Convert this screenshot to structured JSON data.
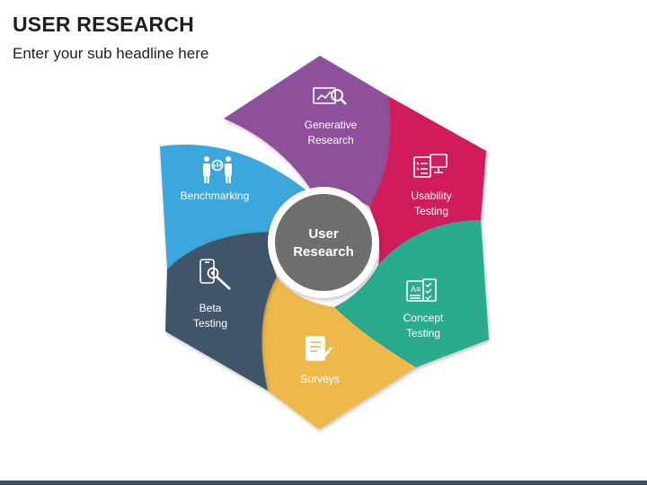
{
  "header": {
    "title": "USER RESEARCH",
    "subtitle": "Enter your sub headline here"
  },
  "center": {
    "line1": "User",
    "line2": "Research",
    "color": "#6e6e6e"
  },
  "segments": [
    {
      "id": "generative",
      "line1": "Generative",
      "line2": "Research",
      "color": "#8e4f9b",
      "icon": "analytics-search-icon"
    },
    {
      "id": "usability",
      "line1": "Usability",
      "line2": "Testing",
      "color": "#d11f5b",
      "icon": "monitor-checklist-icon"
    },
    {
      "id": "concept",
      "line1": "Concept",
      "line2": "Testing",
      "color": "#2aab8f",
      "icon": "document-checklist-icon"
    },
    {
      "id": "surveys",
      "line1": "Surveys",
      "line2": "",
      "color": "#edb94b",
      "icon": "survey-document-icon"
    },
    {
      "id": "beta",
      "line1": "Beta",
      "line2": "Testing",
      "color": "#41546b",
      "icon": "phone-bug-search-icon"
    },
    {
      "id": "benchmarking",
      "line1": "Benchmarking",
      "line2": "",
      "color": "#3aa7dc",
      "icon": "people-compare-icon"
    }
  ]
}
